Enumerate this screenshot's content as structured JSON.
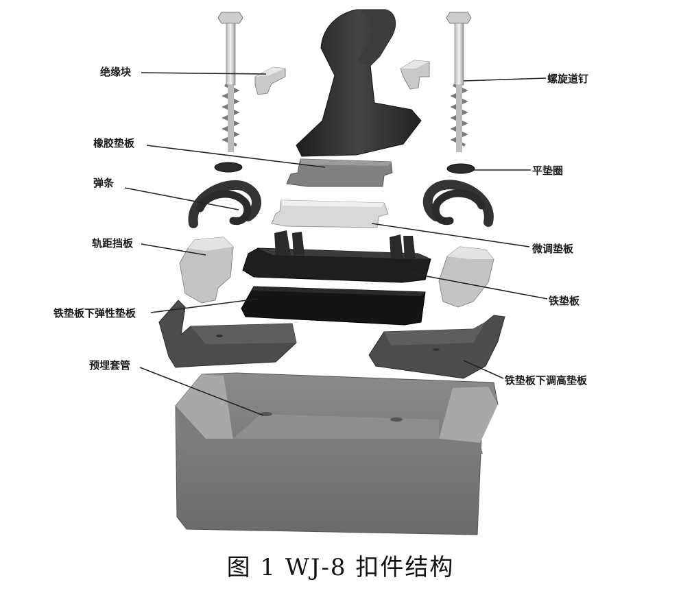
{
  "labels": {
    "insulator": "绝缘块",
    "rubber_pad": "橡胶垫板",
    "clip": "弹条",
    "gauge_block": "轨距挡板",
    "elastic_pad": "铁垫板下弹性垫板",
    "sleeve": "预埋套管",
    "screw_spike": "螺旋道钉",
    "washer": "平垫圈",
    "adjust_pad": "微调垫板",
    "iron_plate": "铁垫板",
    "height_pad": "铁垫板下调高垫板"
  },
  "caption": "图 1  WJ-8 扣件结构",
  "colors": {
    "rail": "#2e2e2e",
    "dark_part": "#1f1f1f",
    "mid_part": "#555555",
    "light_part": "#c8c8c8",
    "sleeper": "#7a7a7a"
  }
}
